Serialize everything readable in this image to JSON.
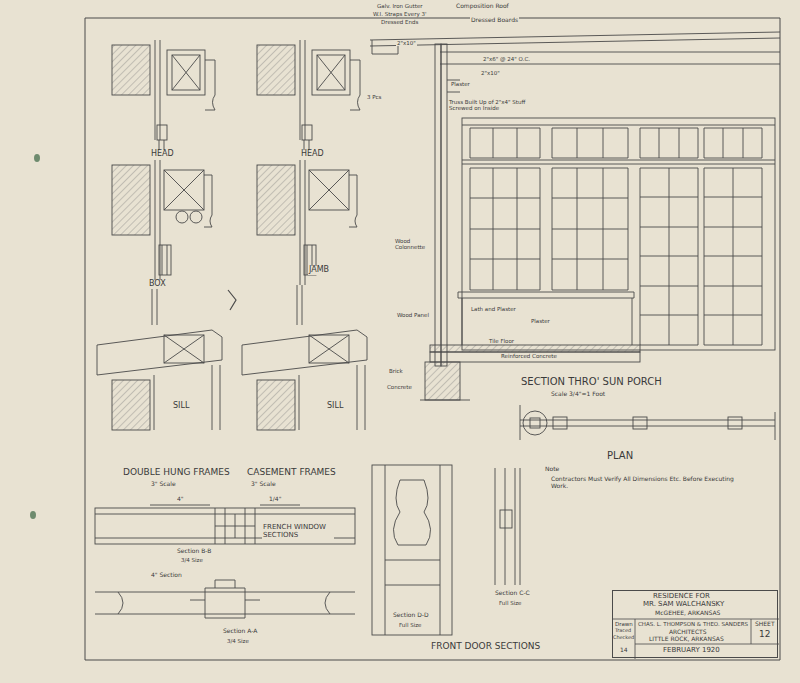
{
  "diagram": {
    "nodes": [
      {
        "text": [
          "RESIDENCE FOR",
          "MR. SAM WALCHANSKY",
          "McGEHEE, ARKANSAS",
          "Drawn",
          "Traced",
          "Checked",
          "14",
          "CHAS. L. THOMPSON & THEO. SANDERS",
          "ARCHITECTS",
          "LITTLE ROCK, ARKANSAS",
          "SHEET",
          "12",
          "FEBRUARY 1920"
        ]
      }
    ],
    "labels": [
      "HEAD",
      "HEAD",
      "BOX",
      "JAMB",
      "SILL",
      "SILL",
      "DOUBLE HUNG FRAMES",
      "CASEMENT FRAMES",
      "3\" Scale",
      "3\" Scale",
      "Galv. Iron Gutter",
      "W.I. Straps Every 3'",
      "Dressed Ends",
      "Composition Roof",
      "Dressed Boards",
      "2\"x6\" @ 24\" O.C.",
      "2\"x10\"",
      "2\"x10\"",
      "3 Pcs",
      "Plaster",
      "Truss Built Up of 2\"x4\" Stuff Screwed on Inside",
      "Wood Colonnette",
      "Wood Panel",
      "Lath and Plaster",
      "Plaster",
      "Tile Floor",
      "Reinforced Concrete",
      "Brick",
      "Concrete",
      "SECTION THRO' SUN PORCH",
      "Scale 3/4\"=1 Foot",
      "PLAN",
      "Note",
      "Contractors Must Verify All Dimensions Etc. Before Executing Work.",
      "4\"",
      "1/4\"",
      "Section B-B",
      "3/4 Size",
      "FRENCH WINDOW SECTIONS",
      "4\" Section",
      "Section A-A",
      "3/4 Size",
      "Section D-D",
      "Full Size",
      "FRONT DOOR SECTIONS",
      "Section C-C",
      "Full Size"
    ]
  }
}
